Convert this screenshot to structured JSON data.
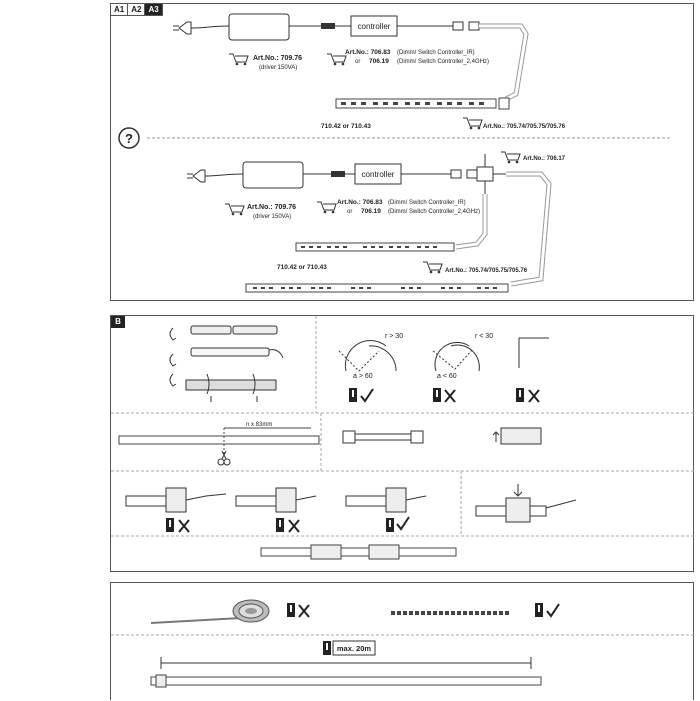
{
  "tabs": [
    "A1",
    "A2",
    "A3"
  ],
  "section_b_label": "B",
  "a_top": {
    "controller": "controller",
    "driver_art": "Art.No.: 709.76",
    "driver_desc": "(driver 150VA)",
    "ctrl_art": "Art.No.: 706.83",
    "ctrl_ir": "(Dimm/ Switch Controller_IR)",
    "or": "or",
    "ctrl_alt": "706.19",
    "ctrl_24": "(Dimm/ Switch Controller_2,4GHz)",
    "strip_art": "710.42 or 710.43",
    "conn_art": "Art.No.: 705.74/705.75/705.76"
  },
  "question_mark": "?",
  "a_bottom": {
    "controller": "controller",
    "driver_art": "Art.No.: 709.76",
    "driver_desc": "(driver 150VA)",
    "ctrl_art": "Art.No.: 706.83",
    "ctrl_ir": "(Dimm/ Switch Controller_IR)",
    "or": "or",
    "ctrl_alt": "706.19",
    "ctrl_24": "(Dimm/ Switch Controller_2,4GHz)",
    "splitter_art": "Art.No.: 706.17",
    "strip_art": "710.42 or 710.43",
    "conn_art": "Art.No.: 705.74/705.75/705.76"
  },
  "b": {
    "radius_ok": "r > 30",
    "angle_ok": "a > 60",
    "radius_bad": "r < 30",
    "angle_bad": "a < 60",
    "cut_length": "n x 83mm"
  },
  "c": {
    "max_length": "max. 20m"
  },
  "icons": [
    "cart-icon",
    "plug-icon",
    "question-icon",
    "check-icon",
    "cross-icon",
    "scissors-icon",
    "warning-icon"
  ]
}
